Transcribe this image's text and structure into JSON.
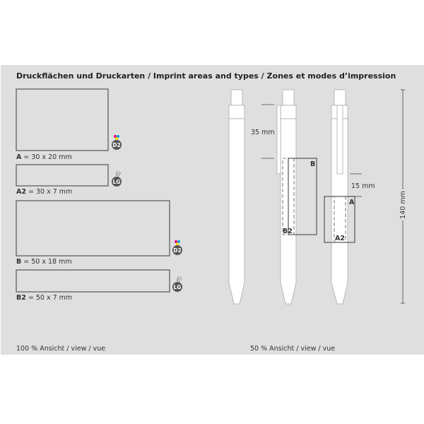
{
  "title": "Druckflächen und Druckarten / Imprint areas and types / Zones et modes d’impression",
  "areas": [
    {
      "code": "A",
      "size": " = 30 x 20 mm",
      "method": "D2"
    },
    {
      "code": "A2",
      "size": " = 30 x 7 mm",
      "method": "LG"
    },
    {
      "code": "B",
      "size": " = 50 x 18 mm",
      "method": "D2"
    },
    {
      "code": "B2",
      "size": " = 50 x 7 mm",
      "method": "LG"
    }
  ],
  "footer_left": "100 % Ansicht / view / vue",
  "footer_right": "50 % Ansicht / view / vue",
  "dimensions": {
    "clip": "35 mm",
    "offset": "15 mm",
    "length": "140 mm"
  },
  "pen_labels": {
    "b": "B",
    "b2": "B2",
    "a": "A",
    "a2": "A2"
  },
  "colors": {
    "panel": "#dfdfdf",
    "magenta": "#e6007e",
    "cyan": "#00a0e3",
    "yellow": "#ffd500",
    "badge": "#555555"
  }
}
